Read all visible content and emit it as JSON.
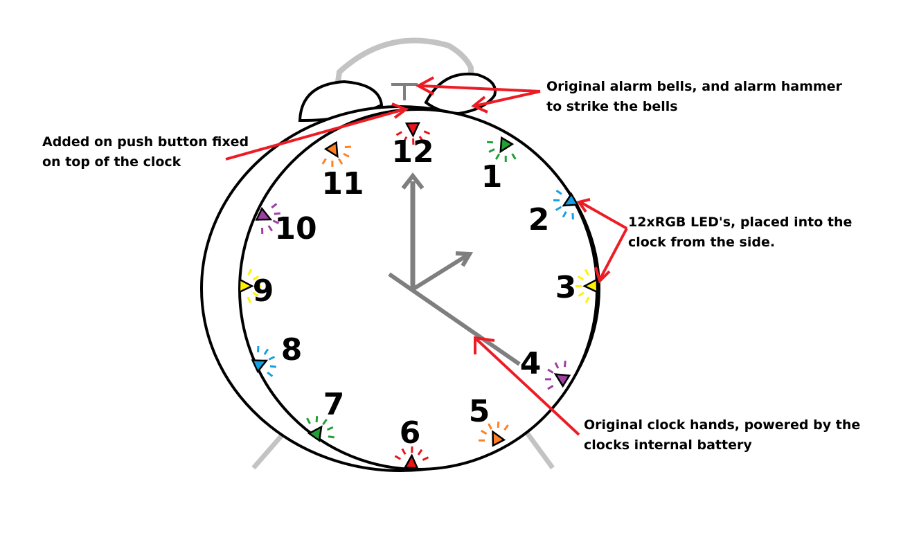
{
  "annotations": {
    "bells": "Original alarm bells, and alarm hammer\nto strike the bells",
    "button": "Added on push button fixed\non top of the clock",
    "leds": "12xRGB LED's, placed into the\nclock from the side.",
    "hands": "Original clock hands, powered by the\nclocks internal battery"
  },
  "dial_numbers": [
    "12",
    "1",
    "2",
    "3",
    "4",
    "5",
    "6",
    "7",
    "8",
    "9",
    "10",
    "11"
  ],
  "leds": [
    {
      "hour": "12",
      "color": "#e8151b"
    },
    {
      "hour": "1",
      "color": "#21a035"
    },
    {
      "hour": "2",
      "color": "#14a0e4"
    },
    {
      "hour": "3",
      "color": "#fff200"
    },
    {
      "hour": "4",
      "color": "#9e3fa3"
    },
    {
      "hour": "5",
      "color": "#ff8124"
    },
    {
      "hour": "6",
      "color": "#e8151b"
    },
    {
      "hour": "7",
      "color": "#21a035"
    },
    {
      "hour": "8",
      "color": "#14a0e4"
    },
    {
      "hour": "9",
      "color": "#fff200"
    },
    {
      "hour": "10",
      "color": "#9e3fa3"
    },
    {
      "hour": "11",
      "color": "#ff8124"
    }
  ],
  "colors": {
    "outline": "#000000",
    "hands": "#7f7f7f",
    "bell_handle": "#c3c3c3",
    "arrows": "#ed1c24"
  }
}
